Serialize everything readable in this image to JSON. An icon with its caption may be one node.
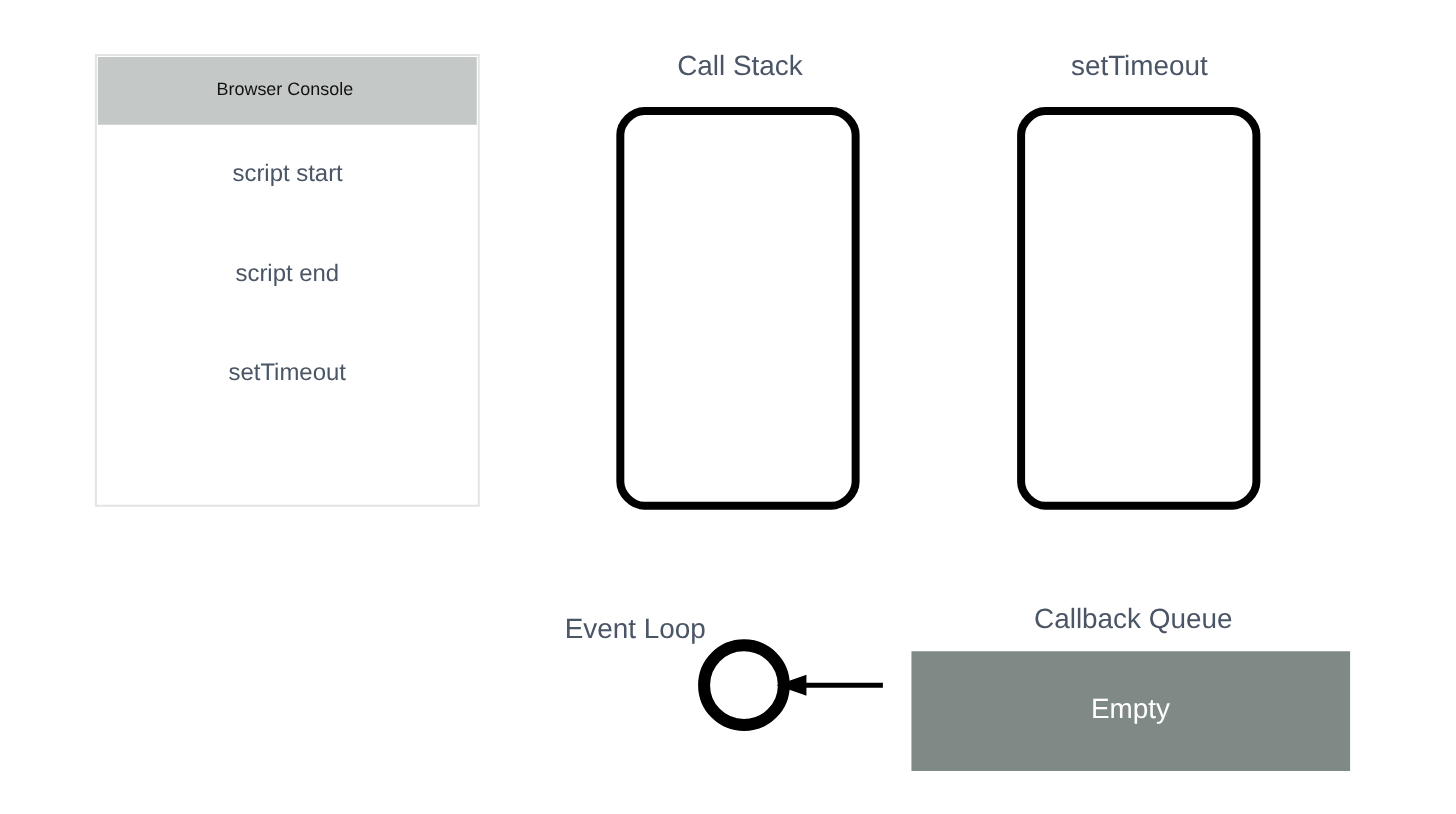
{
  "diagram": {
    "nodes": [
      {
        "text": [
          "Browser Console",
          "script start",
          "script end",
          "setTimeout"
        ]
      },
      {
        "text": [
          "Call Stack"
        ]
      },
      {
        "text": [
          "setTimeout"
        ]
      },
      {
        "text": [
          "Event Loop"
        ]
      },
      {
        "text": [
          "Callback Queue",
          "Empty"
        ]
      }
    ],
    "edges": [
      {
        "from": 4,
        "to": 3,
        "arrow": "to"
      }
    ]
  }
}
